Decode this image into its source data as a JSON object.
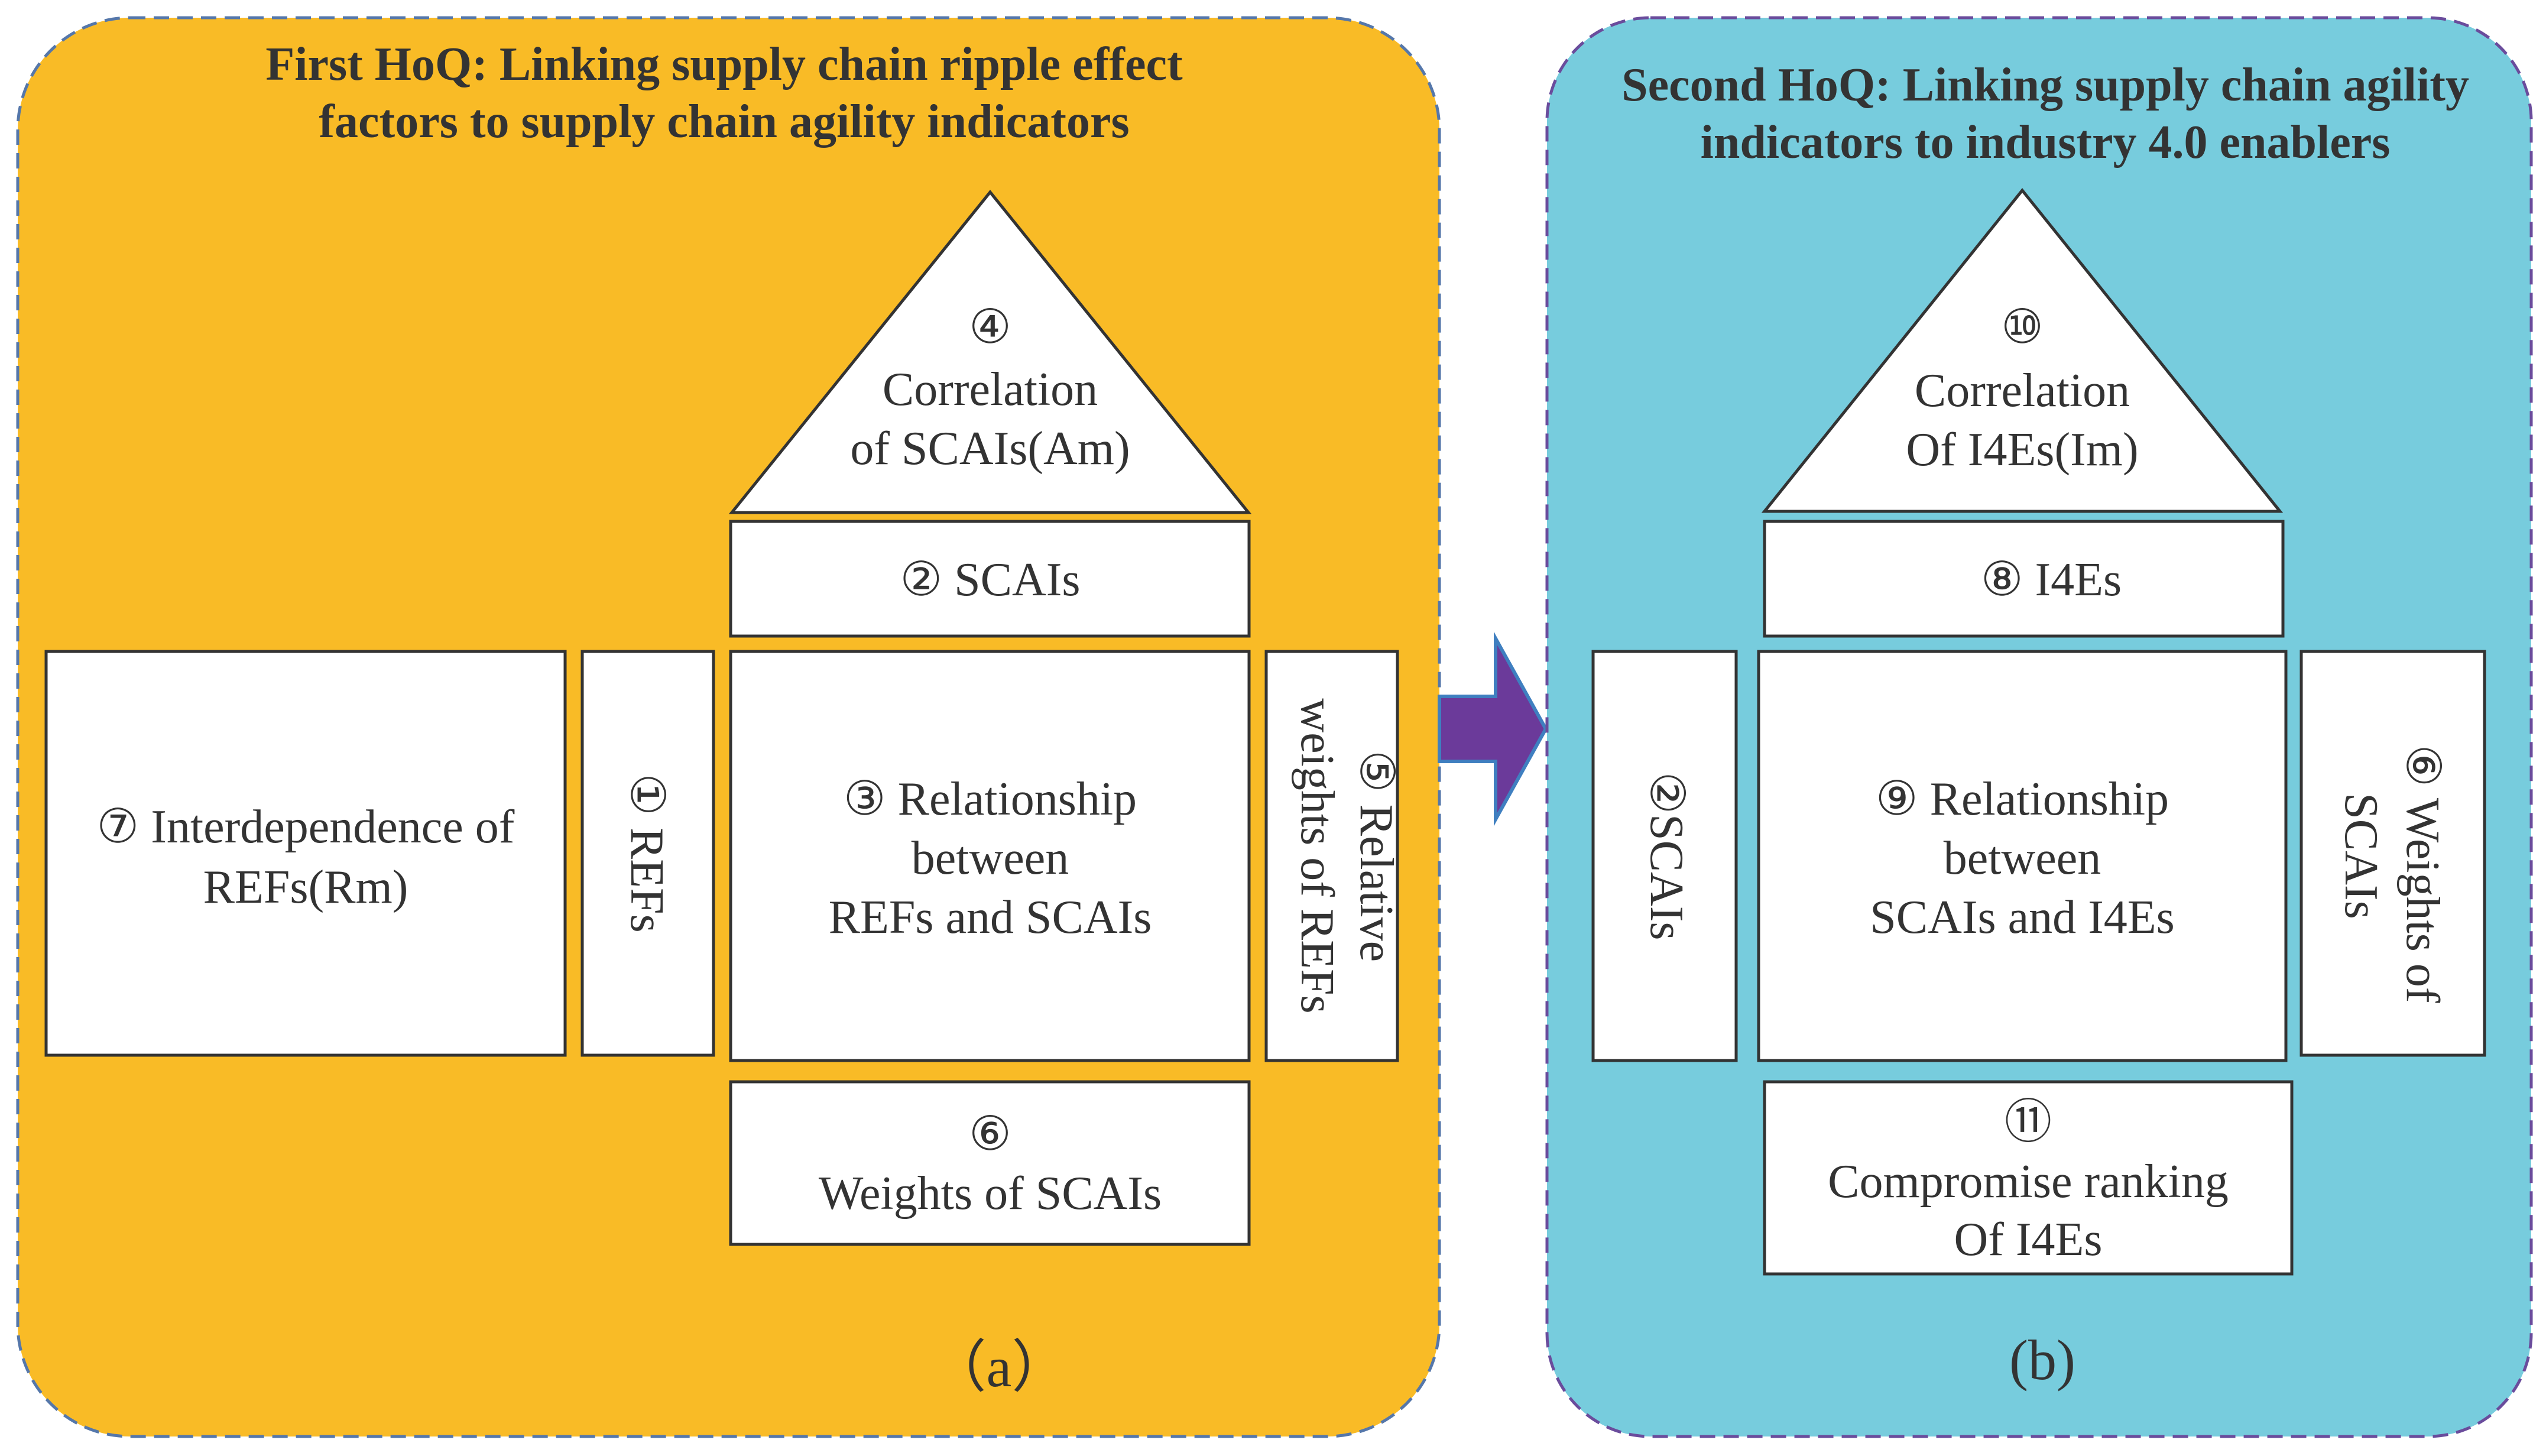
{
  "colors": {
    "left_panel_fill": "#F9BB26",
    "right_panel_fill": "#77CCDD",
    "panel_border": "#5577AA",
    "arrow_fill": "#6B3A9A",
    "arrow_stroke": "#3F7FC0",
    "box_stroke": "#333333",
    "text": "#333333"
  },
  "left_panel": {
    "title_line1": "First HoQ: Linking supply chain ripple effect",
    "title_line2": "factors to supply chain agility indicators",
    "roof": {
      "number": "④",
      "line1": "Correlation",
      "line2": "of SCAIs(Am)"
    },
    "top_box": "② SCAIs",
    "far_left_box": {
      "line1": "⑦ Interdependence of",
      "line2": "REFs(Rm)"
    },
    "vertical_box": "① REFs",
    "center_box": {
      "line1": "③ Relationship",
      "line2": "between",
      "line3": "REFs and SCAIs"
    },
    "right_box": {
      "line1": "⑤ Relative",
      "line2": "weights of  REFs"
    },
    "bottom_box": {
      "number": "⑥",
      "line1": "Weights of SCAIs"
    },
    "caption": "（a）"
  },
  "right_panel": {
    "title_line1": "Second HoQ: Linking supply chain agility",
    "title_line2": "indicators  to industry 4.0 enablers",
    "roof": {
      "number": "⑩",
      "line1": "Correlation",
      "line2": "Of I4Es(Im)"
    },
    "top_box": "⑧ I4Es",
    "left_box": "②SCAIs",
    "center_box": {
      "line1": "⑨ Relationship",
      "line2": "between",
      "line3": "SCAIs and I4Es"
    },
    "right_box": {
      "line1": "⑥ Weights of",
      "line2": "SCAIs"
    },
    "bottom_box": {
      "number": "⑪",
      "line1": "Compromise ranking",
      "line2": "Of I4Es"
    },
    "caption": "(b)"
  }
}
